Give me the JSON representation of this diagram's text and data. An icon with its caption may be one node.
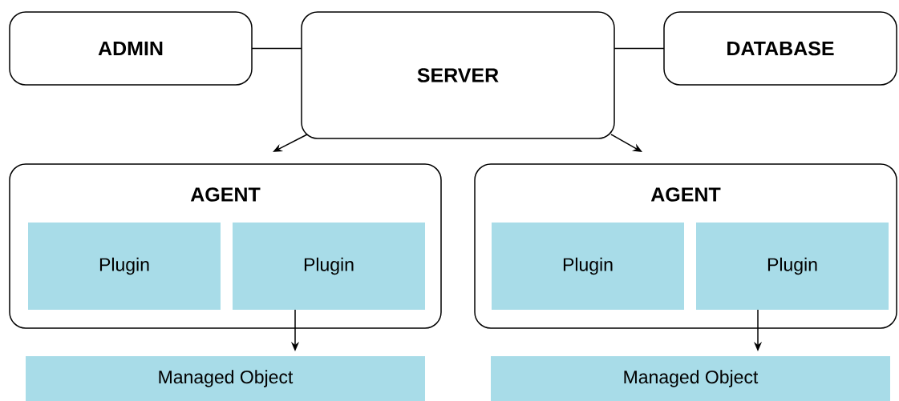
{
  "diagram": {
    "nodes": [
      {
        "text": [
          "ADMIN"
        ]
      },
      {
        "text": [
          "SERVER"
        ]
      },
      {
        "text": [
          "DATABASE"
        ]
      },
      {
        "text": [
          "AGENT"
        ]
      },
      {
        "text": [
          "Plugin"
        ],
        "in": 3
      },
      {
        "text": [
          "Plugin"
        ],
        "in": 3
      },
      {
        "text": [
          "AGENT"
        ]
      },
      {
        "text": [
          "Plugin"
        ],
        "in": 6
      },
      {
        "text": [
          "Plugin"
        ],
        "in": 6
      },
      {
        "text": [
          "Managed Object"
        ]
      },
      {
        "text": [
          "Managed Object"
        ]
      }
    ],
    "edges": [
      {
        "from": 0,
        "to": 1,
        "arrow": "none"
      },
      {
        "from": 1,
        "to": 2,
        "arrow": "none"
      },
      {
        "from": 1,
        "to": 3,
        "arrow": "to"
      },
      {
        "from": 1,
        "to": 6,
        "arrow": "to"
      },
      {
        "from": 5,
        "to": 9,
        "arrow": "to"
      },
      {
        "from": 8,
        "to": 10,
        "arrow": "to"
      }
    ]
  }
}
